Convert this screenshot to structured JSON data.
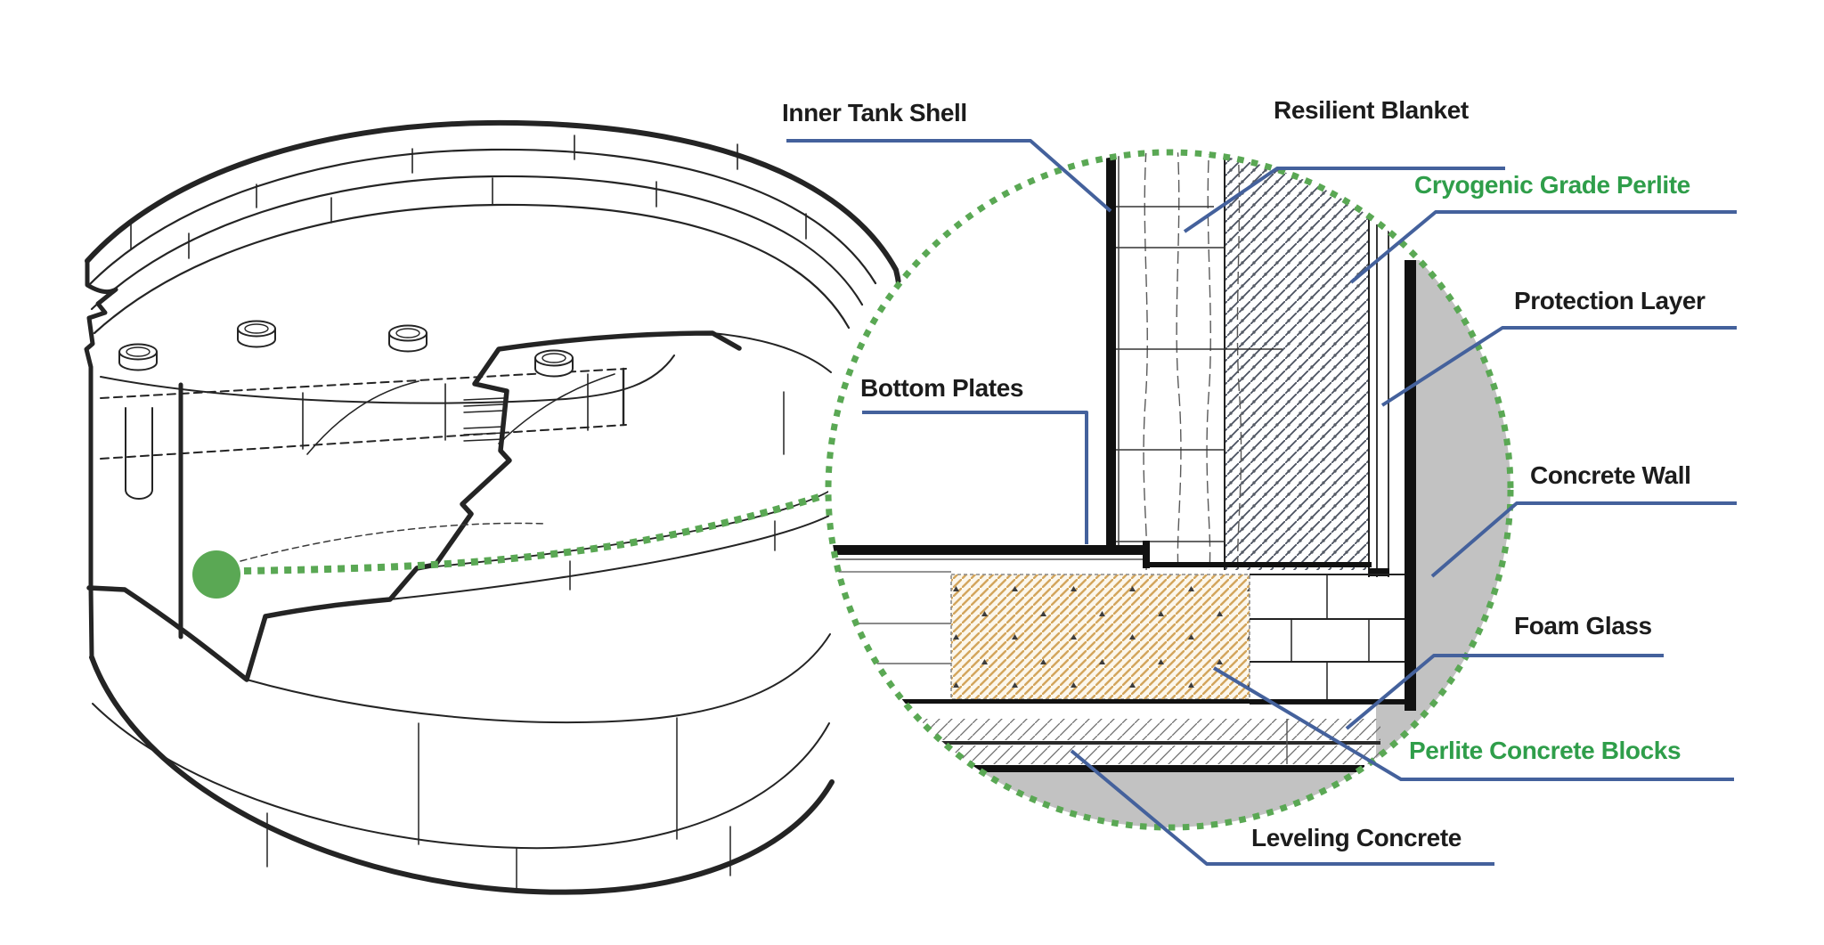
{
  "diagram": {
    "kind": "tank-insulation-cutaway",
    "description_elements": {
      "tank_illustration": "isometric cutaway line drawing of cylindrical cryogenic storage tank",
      "detail_callout": "green dotted circle magnifying wall/floor corner section",
      "callout_marker": "green dot with dotted leader from tank to detail circle"
    },
    "colors": {
      "accent_green": "#2f9e4a",
      "callout_green": "#5aa854",
      "leader_blue": "#44619c",
      "label_dark": "#1c1c1c",
      "concrete_grey": "#c2c2c2",
      "perlite_tan": "#d3a55c",
      "linework": "#242424",
      "background": "#ffffff"
    },
    "labels": [
      {
        "id": "inner-tank-shell",
        "text": "Inner Tank Shell",
        "color": "#1c1c1c"
      },
      {
        "id": "resilient-blanket",
        "text": "Resilient Blanket",
        "color": "#1c1c1c"
      },
      {
        "id": "cryogenic-grade-perlite",
        "text": "Cryogenic Grade Perlite",
        "color": "#2f9e4a"
      },
      {
        "id": "protection-layer",
        "text": "Protection Layer",
        "color": "#1c1c1c"
      },
      {
        "id": "concrete-wall",
        "text": "Concrete Wall",
        "color": "#1c1c1c"
      },
      {
        "id": "foam-glass",
        "text": "Foam Glass",
        "color": "#1c1c1c"
      },
      {
        "id": "perlite-concrete-blocks",
        "text": "Perlite Concrete Blocks",
        "color": "#2f9e4a"
      },
      {
        "id": "bottom-plates",
        "text": "Bottom Plates",
        "color": "#1c1c1c"
      },
      {
        "id": "leveling-concrete",
        "text": "Leveling Concrete",
        "color": "#1c1c1c"
      }
    ]
  }
}
